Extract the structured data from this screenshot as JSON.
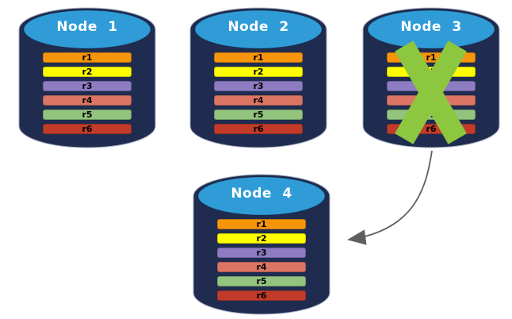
{
  "colors": {
    "canvas-bg": "#ffffff",
    "cylinder-body": "#1F2C50",
    "cylinder-top": "#2F9CD8",
    "cylinder-edge": "#A7AFC2",
    "title-text": "#ffffff",
    "bar-text": "#000000",
    "replica-r1": "#F7950A",
    "replica-r2": "#FDFD00",
    "replica-r3": "#8E7CC3",
    "replica-r4": "#DD7565",
    "replica-r5": "#93C47D",
    "replica-r6": "#C23B2A",
    "failure-x": "#8DC63F",
    "arrow": "#5F5F5F"
  },
  "nodes": [
    {
      "title": "Node 1",
      "status": "healthy",
      "replicas": [
        "r1",
        "r2",
        "r3",
        "r4",
        "r5",
        "r6"
      ]
    },
    {
      "title": "Node 2",
      "status": "healthy",
      "replicas": [
        "r1",
        "r2",
        "r3",
        "r4",
        "r5",
        "r6"
      ]
    },
    {
      "title": "Node 3",
      "status": "failed",
      "replicas": [
        "r1",
        "r2",
        "r3",
        "r4",
        "r5",
        "r6"
      ]
    },
    {
      "title": "Node 4",
      "status": "healthy",
      "replicas": [
        "r1",
        "r2",
        "r3",
        "r4",
        "r5",
        "r6"
      ]
    }
  ],
  "arrow": {
    "from": "Node 3",
    "to": "Node 4"
  }
}
